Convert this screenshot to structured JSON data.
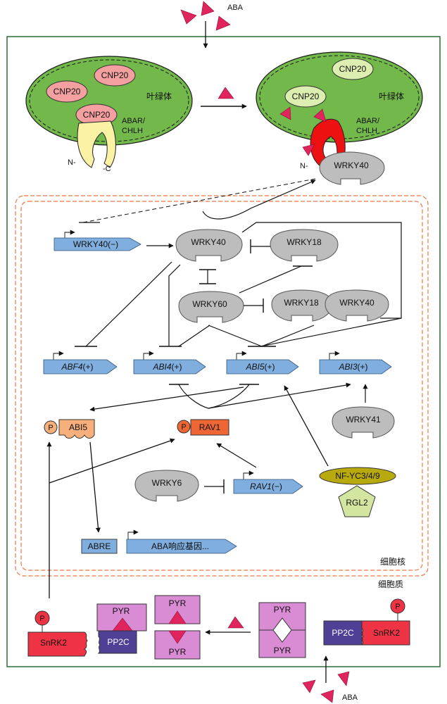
{
  "hormone": {
    "label": "ABA"
  },
  "chloroplast": {
    "label": "叶绿体"
  },
  "receptor": {
    "label_line1": "ABAR/",
    "label_line2": "CHLH",
    "n_term": "N-",
    "c_term": "-C"
  },
  "proteins": {
    "cnp20": "CNP20",
    "wrky40": "WRKY40",
    "wrky18": "WRKY18",
    "wrky60": "WRKY60",
    "wrky41": "WRKY41",
    "wrky6": "WRKY6",
    "nfyc": "NF-YC3/4/9",
    "rgl2": "RGL2",
    "abi5": "ABI5",
    "rav1": "RAV1",
    "phospho": "P",
    "pyr": "PYR",
    "pp2c": "PP2C",
    "snrk2": "SnRK2"
  },
  "genes": {
    "wrky40_gene": "WRKY40(−)",
    "abf4_name": "ABF4",
    "abf4_sign": "(+)",
    "abi4_name": "ABI4",
    "abi4_sign": "(+)",
    "abi5_name": "ABI5",
    "abi5_sign": "(+)",
    "abi3_name": "ABI3",
    "abi3_sign": "(+)",
    "rav1_name": "RAV1",
    "rav1_sign": "(−)",
    "abre": "ABRE",
    "response": "ABA响应基因..."
  },
  "compartments": {
    "nucleus": "细胞核",
    "cytoplasm": "细胞质"
  },
  "colors": {
    "chloroplast": "#73B84A",
    "cnp20_pink": "#F4A0A0",
    "cnp20_pale": "#DDEFB0",
    "receptor_yellow": "#FCF2A6",
    "receptor_red": "#EE1111",
    "aba_triangle": "#E0245E",
    "wrky_gray": "#BDBDBD",
    "gene_blue": "#7FAEDF",
    "nucleus_border": "#EE7744",
    "abi5_orange": "#F7B07B",
    "rav1_orange": "#EE6633",
    "nfyc_olive": "#B8AA0E",
    "rgl2_green": "#D2E6A0",
    "pyr_violet": "#D98BD4",
    "pp2c_indigo": "#4F3F95",
    "snrk2_red": "#EE3344"
  }
}
